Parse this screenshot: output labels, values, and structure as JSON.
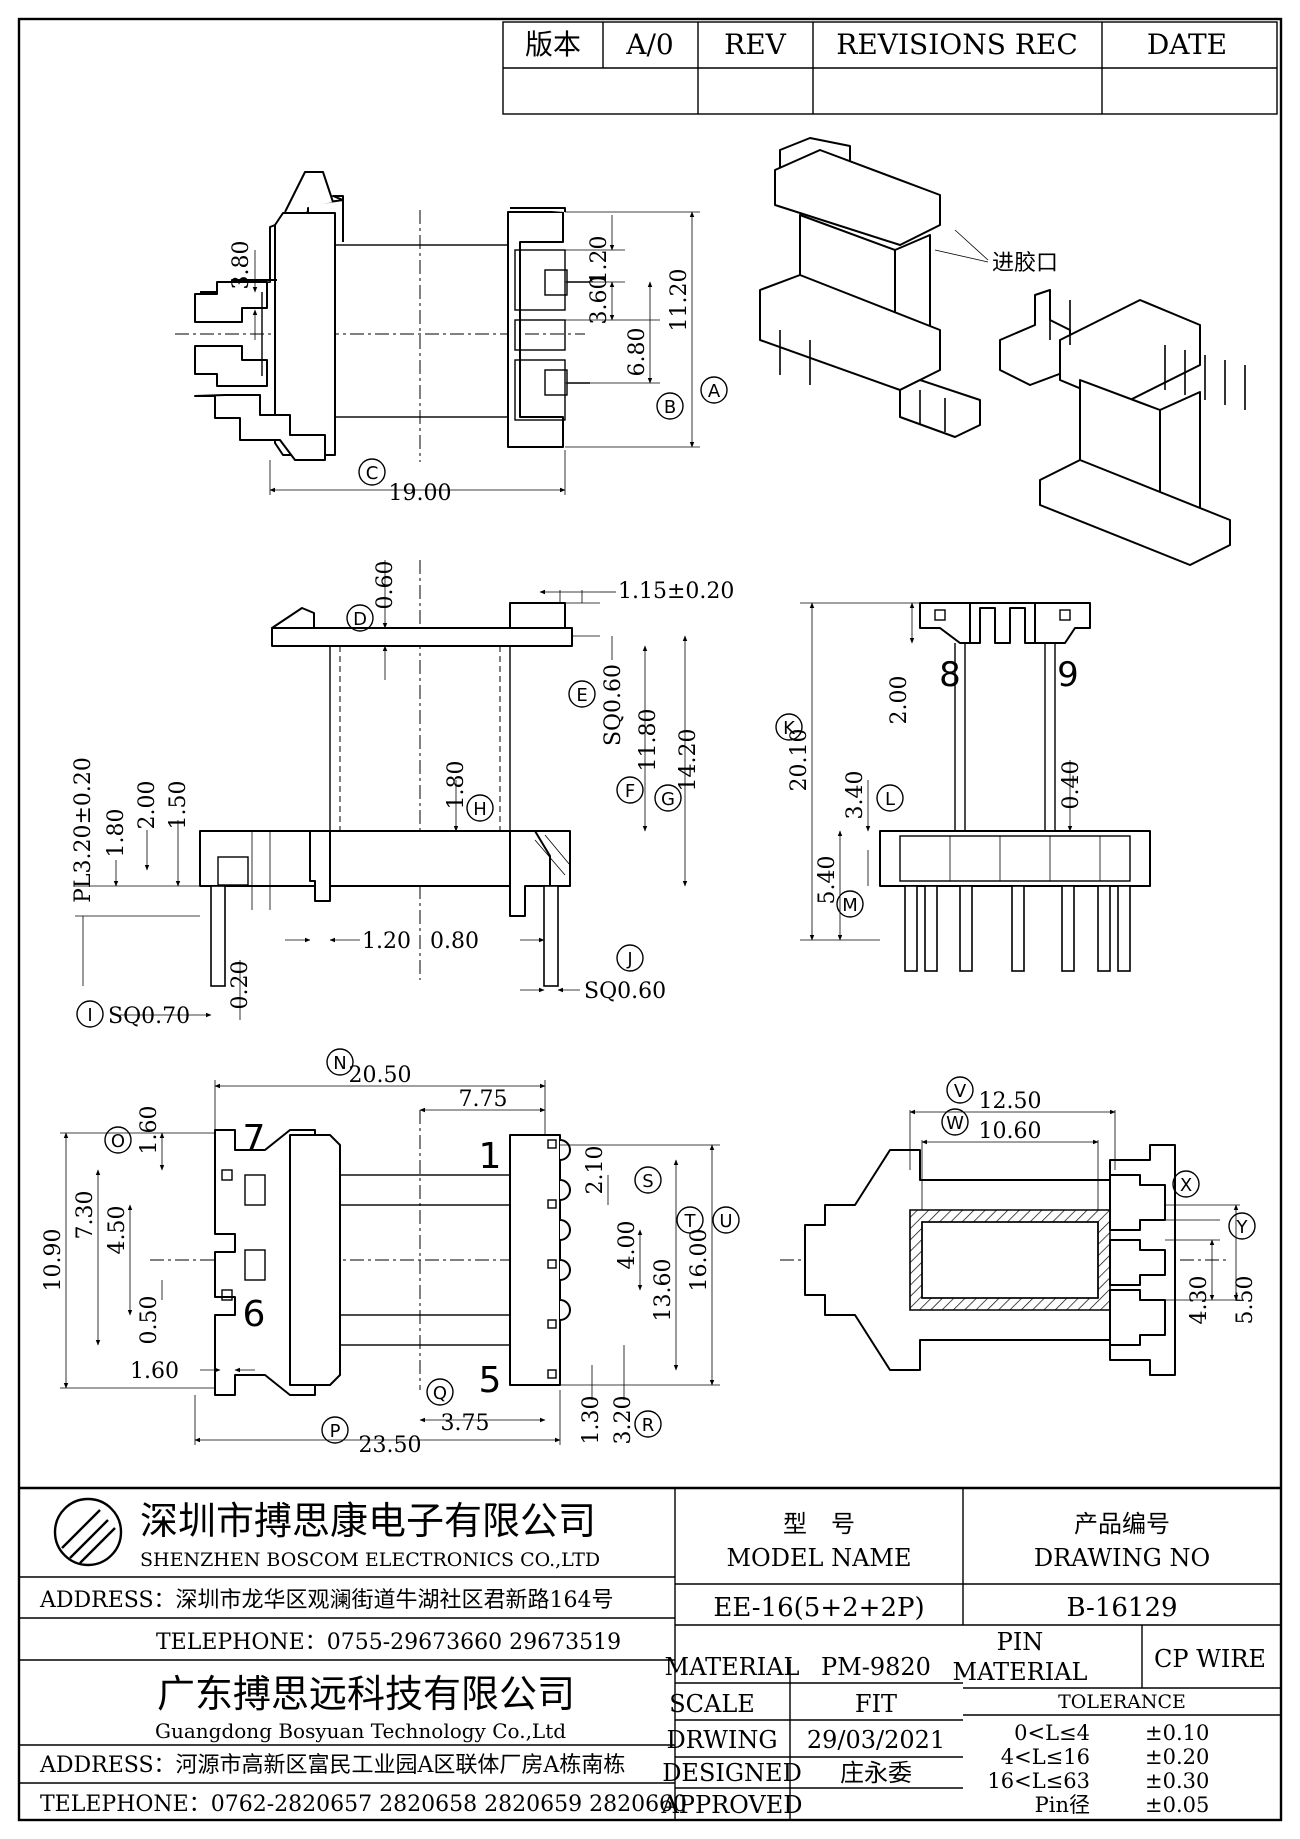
{
  "revision_block": {
    "version_label": "版本",
    "version_value": "A/0",
    "rev_label": "REV",
    "revisions_label": "REVISIONS REC",
    "date_label": "DATE"
  },
  "iso_view": {
    "gate_label": "进胶口"
  },
  "top_view": {
    "dims": {
      "d380": "3.80",
      "d120": "1.20",
      "d360": "3.60",
      "d680": "6.80",
      "d1120": "11.20",
      "d1900": "19.00"
    },
    "balloons": {
      "A": "A",
      "B": "B",
      "C": "C"
    }
  },
  "front_view": {
    "dims": {
      "d115": "1.15±0.20",
      "d060": "0.60",
      "sq060a": "SQ0.60",
      "d1180": "11.80",
      "d1420": "14.20",
      "d180h": "1.80",
      "pl320": "PL3.20±0.20",
      "d180": "1.80",
      "d200": "2.00",
      "d150": "1.50",
      "d120": "1.20",
      "d080": "0.80",
      "d020": "0.20",
      "sq070": "SQ0.70",
      "sq060b": "SQ0.60"
    },
    "balloons": {
      "D": "D",
      "E": "E",
      "F": "F",
      "G": "G",
      "H": "H",
      "I": "I",
      "J": "J"
    }
  },
  "side_view": {
    "pin_numbers": {
      "p8": "8",
      "p9": "9"
    },
    "dims": {
      "d200": "2.00",
      "d2010": "20.10",
      "d340": "3.40",
      "d040": "0.40",
      "d540": "5.40"
    },
    "balloons": {
      "K": "K",
      "L": "L",
      "M": "M"
    }
  },
  "bottom_view": {
    "pin_numbers": {
      "p7": "7",
      "p1": "1",
      "p6": "6",
      "p5": "5"
    },
    "dims": {
      "d2050": "20.50",
      "d775": "7.75",
      "d160a": "1.60",
      "d1090": "10.90",
      "d730": "7.30",
      "d450": "4.50",
      "d210": "2.10",
      "d400": "4.00",
      "d1360": "13.60",
      "d1600": "16.00",
      "d050": "0.50",
      "d160b": "1.60",
      "d375": "3.75",
      "d130": "1.30",
      "d320": "3.20",
      "d2350": "23.50"
    },
    "balloons": {
      "N": "N",
      "O": "O",
      "P": "P",
      "Q": "Q",
      "R": "R",
      "S": "S",
      "T": "T",
      "U": "U"
    }
  },
  "section_view": {
    "dims": {
      "d1250": "12.50",
      "d1060": "10.60",
      "d430": "4.30",
      "d550": "5.50"
    },
    "balloons": {
      "V": "V",
      "W": "W",
      "X": "X",
      "Y": "Y"
    }
  },
  "title_block": {
    "company_cn": "深圳市搏思康电子有限公司",
    "company_en": "SHENZHEN BOSCOM ELECTRONICS CO.,LTD",
    "address1": "ADDRESS：深圳市龙华区观澜街道牛湖社区君新路164号",
    "telephone1": "TELEPHONE：0755-29673660 29673519",
    "company2_cn": "广东搏思远科技有限公司",
    "company2_en": "Guangdong Bosyuan Technology Co.,Ltd",
    "address2": "ADDRESS：河源市高新区富民工业园A区联体厂房A栋南栋",
    "telephone2": "TELEPHONE：0762-2820657 2820658 2820659 2820660",
    "model_label_cn": "型　号",
    "model_label_en": "MODEL NAME",
    "model_value": "EE-16(5+2+2P)",
    "drawing_label_cn": "产品编号",
    "drawing_label_en": "DRAWING NO",
    "drawing_value": "B-16129",
    "material_label": "MATERIAL",
    "material_value": "PM-9820",
    "pin_material_label_1": "PIN",
    "pin_material_label_2": "MATERIAL",
    "pin_material_value": "CP WIRE",
    "scale_label": "SCALE",
    "scale_value": "FIT",
    "drawing_date_label": "DRWING",
    "drawing_date_value": "29/03/2021",
    "designed_label": "DESIGNED",
    "designed_value": "庄永委",
    "approved_label": "APPROVED",
    "tolerance_title": "TOLERANCE",
    "tolerance_rows": [
      {
        "range": "0<L≤4",
        "tol": "±0.10"
      },
      {
        "range": "4<L≤16",
        "tol": "±0.20"
      },
      {
        "range": "16<L≤63",
        "tol": "±0.30"
      },
      {
        "range": "Pin径",
        "tol": "±0.05"
      }
    ]
  }
}
